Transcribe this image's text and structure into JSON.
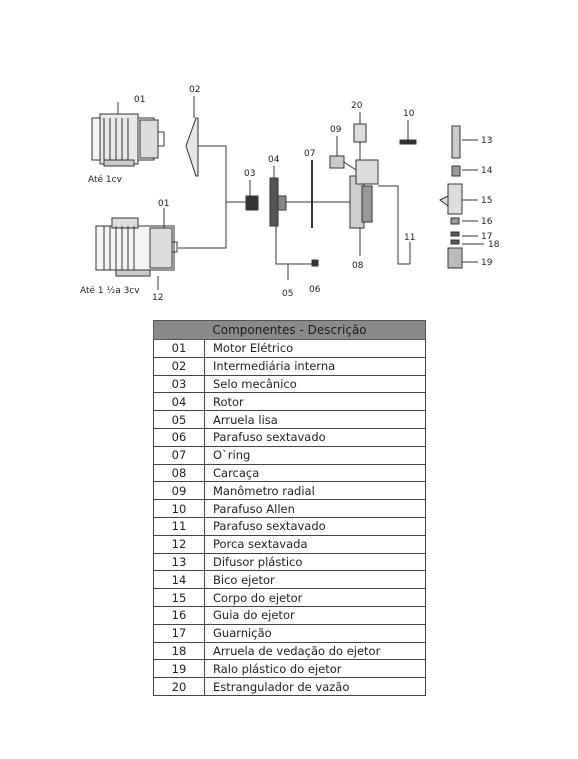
{
  "diagram": {
    "motor_small_caption": "Até 1cv",
    "motor_large_caption": "Até 1 ½a 3cv",
    "callouts": [
      "01",
      "02",
      "01",
      "12",
      "03",
      "04",
      "07",
      "05",
      "06",
      "09",
      "20",
      "10",
      "08",
      "11",
      "13",
      "14",
      "15",
      "16",
      "17",
      "18",
      "19"
    ]
  },
  "table": {
    "header": "Componentes - Descrição",
    "rows": [
      {
        "code": "01",
        "desc": "Motor Elétrico"
      },
      {
        "code": "02",
        "desc": "Intermediária interna"
      },
      {
        "code": "03",
        "desc": "Selo mecânico"
      },
      {
        "code": "04",
        "desc": "Rotor"
      },
      {
        "code": "05",
        "desc": "Arruela lisa"
      },
      {
        "code": "06",
        "desc": "Parafuso sextavado"
      },
      {
        "code": "07",
        "desc": "O`ring"
      },
      {
        "code": "08",
        "desc": "Carcaça"
      },
      {
        "code": "09",
        "desc": "Manômetro radial"
      },
      {
        "code": "10",
        "desc": "Parafuso Allen"
      },
      {
        "code": "11",
        "desc": "Parafuso sextavado"
      },
      {
        "code": "12",
        "desc": "Porca sextavada"
      },
      {
        "code": "13",
        "desc": "Difusor plástico"
      },
      {
        "code": "14",
        "desc": "Bico ejetor"
      },
      {
        "code": "15",
        "desc": "Corpo do ejetor"
      },
      {
        "code": "16",
        "desc": "Guia do ejetor"
      },
      {
        "code": "17",
        "desc": "Guarnição"
      },
      {
        "code": "18",
        "desc": "Arruela de vedação do ejetor"
      },
      {
        "code": "19",
        "desc": "Ralo plástico do ejetor"
      },
      {
        "code": "20",
        "desc": "Estrangulador de vazão"
      }
    ]
  }
}
